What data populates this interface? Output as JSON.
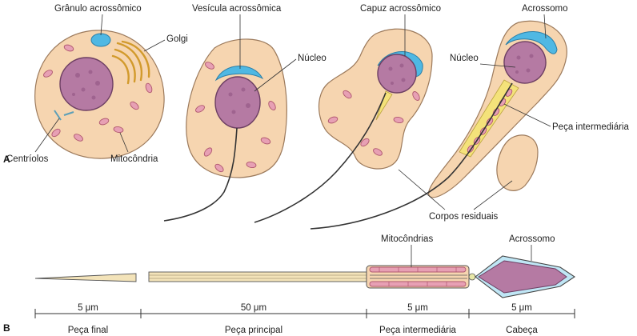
{
  "panel_a": {
    "letter": "A",
    "labels": {
      "granulo": "Grânulo acrossômico",
      "golgi": "Golgi",
      "centriolos": "Centríolos",
      "mitocondria": "Mitocôndria",
      "vesicula": "Vesícula acrossômica",
      "nucleo1": "Núcleo",
      "capuz": "Capuz acrossômico",
      "acrossomo": "Acrossomo",
      "nucleo2": "Núcleo",
      "peca_intermediaria": "Peça intermediária",
      "corpos_residuais": "Corpos residuais"
    }
  },
  "panel_b": {
    "letter": "B",
    "labels": {
      "mitocondrias": "Mitocôndrias",
      "acrossomo": "Acrossomo"
    },
    "segments": [
      {
        "length": "5 μm",
        "name": "Peça final"
      },
      {
        "length": "50 μm",
        "name": "Peça principal"
      },
      {
        "length": "5 μm",
        "name": "Peça intermediária"
      },
      {
        "length": "5 μm",
        "name": "Cabeça"
      }
    ]
  },
  "colors": {
    "cytoplasm": "#f6d5b0",
    "nucleus": "#b57aa3",
    "acrosome": "#4fb8e3",
    "mitochondria": "#e7a0b4",
    "golgi": "#d29a2c"
  }
}
